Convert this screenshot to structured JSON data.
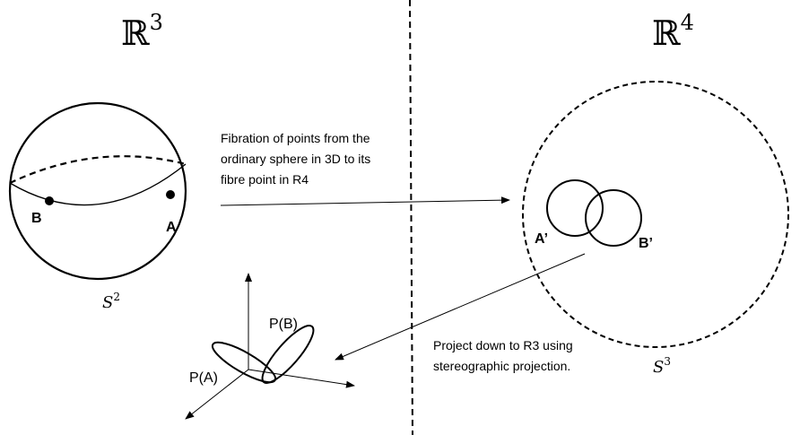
{
  "left_space": {
    "base": "ℝ",
    "exp": "3"
  },
  "right_space": {
    "base": "ℝ",
    "exp": "4"
  },
  "s2_label": {
    "base": "S",
    "exp": "2"
  },
  "s3_label": {
    "base": "S",
    "exp": "3"
  },
  "point_b": "B",
  "point_a": "A",
  "fiber_a": "A’",
  "fiber_b": "B’",
  "fibration_text": [
    "Fibration of points from the",
    "ordinary sphere in 3D to its",
    "fibre point in R4"
  ],
  "projection_text": [
    "Project down to R3 using",
    "stereographic projection."
  ],
  "proj_a": "P(A)",
  "proj_b": "P(B)"
}
